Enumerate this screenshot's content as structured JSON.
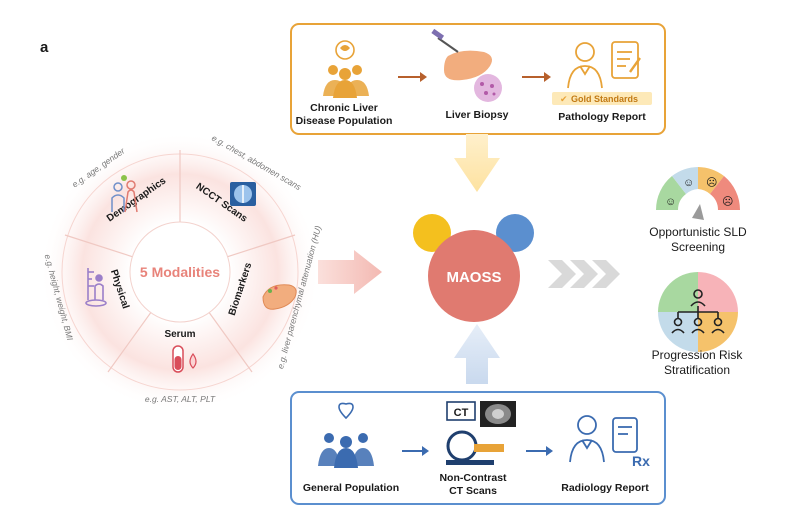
{
  "panel_label": "a",
  "modalities": {
    "center": "5 Modalities",
    "segments": [
      "Demographics",
      "NCCT Scans",
      "Biomarkers",
      "Serum",
      "Physical"
    ],
    "examples": {
      "demographics": "e.g. age, gender",
      "ncct": "e.g. chest, abdomen scans",
      "biomarkers": "e.g. liver parenchymal attenuation (HU)",
      "serum": "e.g. AST, ALT, PLT",
      "physical": "e.g. height, weight, BMI"
    }
  },
  "top_box": {
    "step1": [
      "Chronic Liver",
      "Disease Population"
    ],
    "step2": "Liver Biopsy",
    "badge": "Gold Standards",
    "step3": "Pathology Report"
  },
  "bottom_box": {
    "step1": "General Population",
    "step2": [
      "Non-Contrast",
      "CT Scans"
    ],
    "ct_tag": "CT",
    "step3": "Radiology Report",
    "rx": "Rx"
  },
  "model": {
    "name": "MAOSS"
  },
  "outputs": {
    "screening": [
      "Opportunistic SLD",
      "Screening"
    ],
    "risk": [
      "Progression Risk",
      "Stratification"
    ]
  },
  "colors": {
    "orange": "#e8a338",
    "blue": "#5b8fcf",
    "maoss": "#e07a70",
    "yellow": "#f4c01e",
    "darkblue": "#3b6bb0"
  }
}
